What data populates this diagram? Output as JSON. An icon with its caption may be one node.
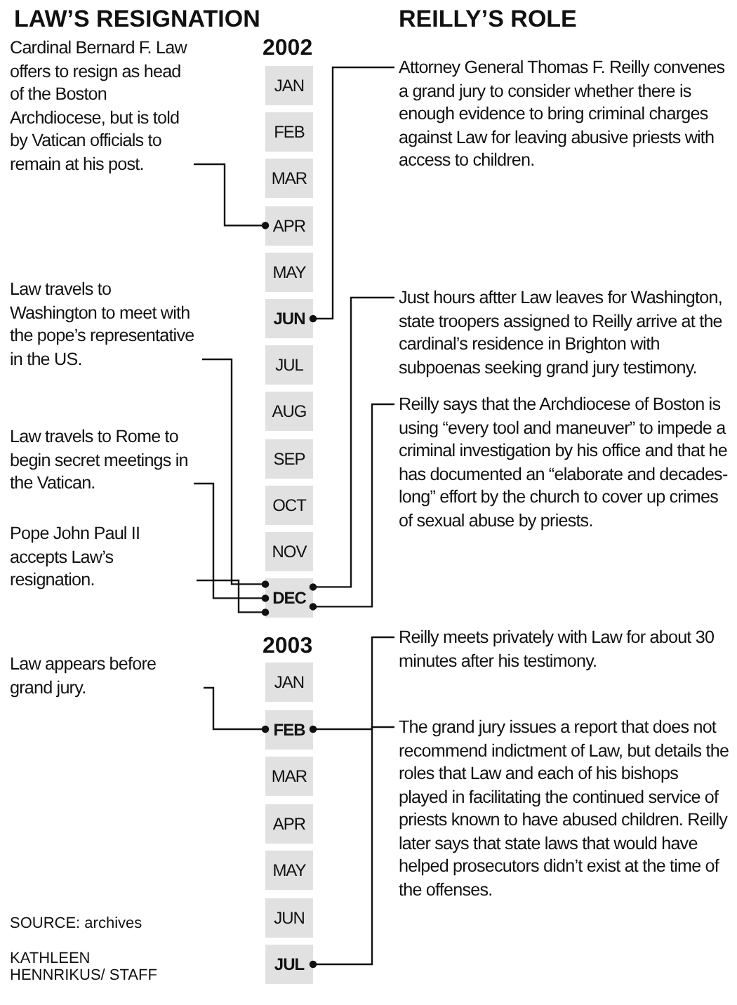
{
  "diagram": {
    "nodes": [
      {
        "text": [
          "Cardinal Bernard F. Law offers to resign as head of the Boston Archdiocese, but is told by Vatican officials to remain at his post."
        ]
      },
      {
        "text": [
          "Law travels to Washington to meet with the pope’s representative in the US."
        ]
      },
      {
        "text": [
          "Law travels to Rome to begin secret meetings in the Vatican."
        ]
      },
      {
        "text": [
          "Pope John Paul II accepts Law’s resignation."
        ]
      },
      {
        "text": [
          "Law appears before grand jury."
        ]
      },
      {
        "text": [
          "Attorney General Thomas F. Reilly convenes a grand jury to consider whether there is enough evidence to bring criminal charges against Law for leaving abusive priests with access to children."
        ]
      },
      {
        "text": [
          "Just hours aftter Law leaves for Washington, state troopers assigned to Reilly arrive at the cardinal’s residence in Brighton with subpoenas seeking grand jury testimony."
        ]
      },
      {
        "text": [
          "Reilly says that the Archdiocese of Boston is using “every tool and maneuver” to impede a criminal investigation by his office and that he has documented an “elaborate and decades-long” effort by the church to cover up crimes of sexual abuse by priests."
        ]
      },
      {
        "text": [
          "Reilly meets privately with Law for about 30 minutes after his testimony."
        ]
      },
      {
        "text": [
          "The grand jury issues a report that does not recommend indictment of Law, but details the roles that Law and each of his bishops played in facilitating the continued service of priests known to have abused children. Reilly later says that state laws that would have helped prosecutors didn’t exist at the time of the offenses."
        ]
      },
      {
        "text": [
          "JAN"
        ]
      },
      {
        "text": [
          "FEB"
        ]
      },
      {
        "text": [
          "MAR"
        ]
      },
      {
        "text": [
          "APR"
        ]
      },
      {
        "text": [
          "MAY"
        ]
      },
      {
        "text": [
          "JUN"
        ]
      },
      {
        "text": [
          "JUL"
        ]
      },
      {
        "text": [
          "AUG"
        ]
      },
      {
        "text": [
          "SEP"
        ]
      },
      {
        "text": [
          "OCT"
        ]
      },
      {
        "text": [
          "NOV"
        ]
      },
      {
        "text": [
          "DEC"
        ]
      },
      {
        "text": [
          "JAN"
        ]
      },
      {
        "text": [
          "FEB"
        ]
      },
      {
        "text": [
          "MAR"
        ]
      },
      {
        "text": [
          "APR"
        ]
      },
      {
        "text": [
          "MAY"
        ]
      },
      {
        "text": [
          "JUN"
        ]
      },
      {
        "text": [
          "JUL"
        ]
      }
    ],
    "edges": [
      {
        "from": 0,
        "to": 13,
        "arrow": "other"
      },
      {
        "from": 1,
        "to": 21,
        "arrow": "other"
      },
      {
        "from": 2,
        "to": 21,
        "arrow": "other"
      },
      {
        "from": 3,
        "to": 21,
        "arrow": "other"
      },
      {
        "from": 4,
        "to": 23,
        "arrow": "other"
      },
      {
        "from": 5,
        "to": 15,
        "arrow": "other"
      },
      {
        "from": 6,
        "to": 21,
        "arrow": "other"
      },
      {
        "from": 7,
        "to": 21,
        "arrow": "other"
      },
      {
        "from": 8,
        "to": 23,
        "arrow": "other"
      },
      {
        "from": 9,
        "to": 28,
        "arrow": "other"
      }
    ],
    "labels": [
      "LAW’S RESIGNATION",
      "REILLY’S ROLE",
      "2002",
      "2003",
      "SOURCE: archives",
      "KATHLEEN HENNRIKUS/ STAFF"
    ]
  }
}
